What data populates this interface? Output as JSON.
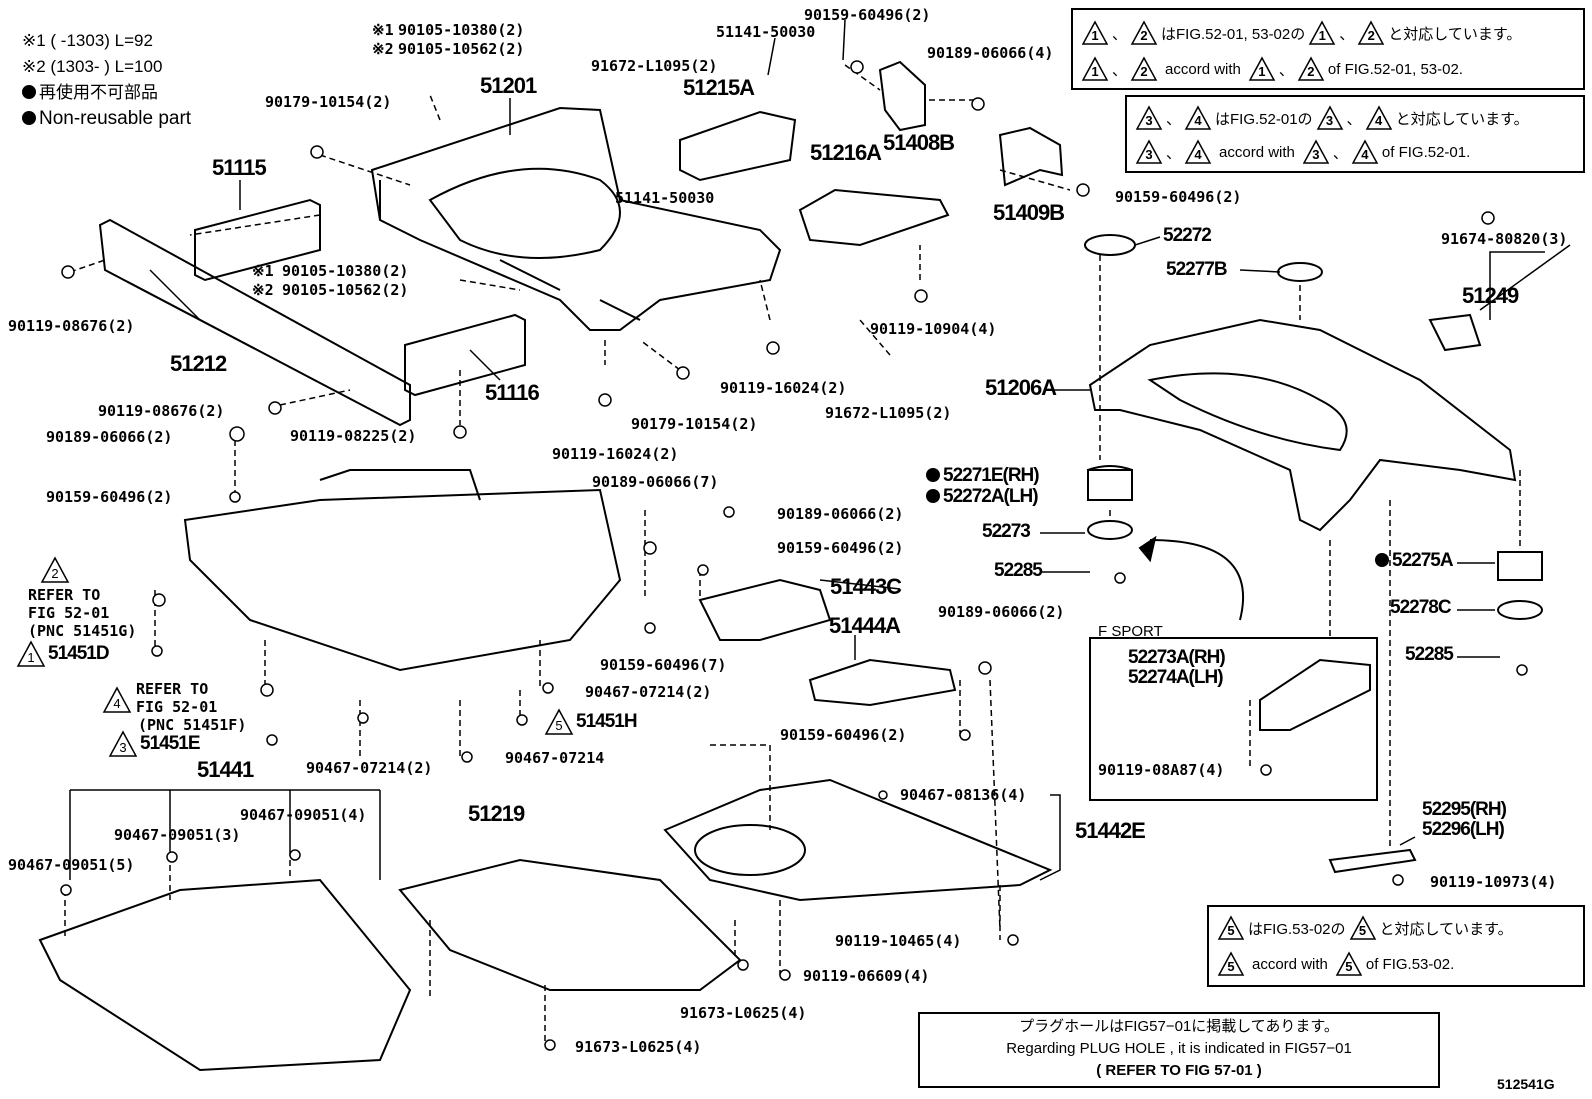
{
  "header_notes": {
    "note1": "※1 (      -1303) L=92",
    "note2": "※2 (1303-      ) L=100",
    "non_reuse_jp": "再使用不可部品",
    "non_reuse_en": "Non-reusable part"
  },
  "box1": {
    "line1_tri_a": "1",
    "line1_tri_b": "2",
    "line1_jp_a": "、",
    "line1_jp_b": "はFIG.52-01, 53-02の",
    "line1_tri_c": "1",
    "line1_tri_d": "2",
    "line1_jp_c": "、",
    "line1_jp_d": "と対応しています。",
    "line2_tri_a": "1",
    "line2_tri_b": "2",
    "line2_sep": "、",
    "line2_en_a": "accord with",
    "line2_tri_c": "1",
    "line2_tri_d": "2",
    "line2_en_b": "of FIG.52-01, 53-02."
  },
  "box2": {
    "line1_tri_a": "3",
    "line1_tri_b": "4",
    "line1_jp_b": "はFIG.52-01の",
    "line1_tri_c": "3",
    "line1_tri_d": "4",
    "line1_jp_d": "と対応しています。",
    "sep": "、",
    "line2_en_a": "accord with",
    "line2_tri_c": "3",
    "line2_tri_d": "4",
    "line2_en_b": "of FIG.52-01."
  },
  "box3": {
    "tri": "5",
    "line1_jp_a": "はFIG.53-02の",
    "line1_jp_b": "と対応しています。",
    "line2_en_a": "accord with",
    "line2_en_b": "of FIG.53-02."
  },
  "plug_box": {
    "jp": "プラグホールはFIG57−01に掲載してあります。",
    "en": "Regarding PLUG HOLE , it is indicated in FIG57−01",
    "refer": "(   REFER TO FIG 57-01   )"
  },
  "fsport_label": "F SPORT",
  "refer_blocks": [
    {
      "tri": "2",
      "l1": "REFER TO",
      "l2": "FIG 52-01",
      "l3": "(PNC 51451G)"
    },
    {
      "tri": "4",
      "l1": "REFER TO",
      "l2": "FIG 52-01",
      "l3": "(PNC 51451F)"
    }
  ],
  "tri_labels": [
    {
      "tri": "1",
      "text": "51451D"
    },
    {
      "tri": "3",
      "text": "51451E"
    },
    {
      "tri": "5",
      "text": "51451H"
    }
  ],
  "parts_big": [
    "51201",
    "51215A",
    "51216A",
    "51408B",
    "51409B",
    "51115",
    "51212",
    "51116",
    "51206A",
    "51249",
    "51443C",
    "51444A",
    "51441",
    "51219",
    "51442E"
  ],
  "parts_small": [
    "90105-10380(2)",
    "90105-10562(2)",
    "51141-50030",
    "90159-60496(2)",
    "90189-06066(4)",
    "91672-L1095(2)",
    "90179-10154(2)",
    "51141-50030",
    "90159-60496(2)",
    "90105-10380(2)",
    "90105-10562(2)",
    "90119-08676(2)",
    "90119-10904(4)",
    "90119-16024(2)",
    "91672-L1095(2)",
    "90179-10154(2)",
    "90119-08676(2)",
    "90119-08225(2)",
    "90119-16024(2)",
    "90189-06066(2)",
    "90159-60496(2)",
    "90189-06066(7)",
    "90189-06066(2)",
    "90159-60496(2)",
    "90159-60496(7)",
    "90189-06066(2)",
    "90467-07214(2)",
    "90159-60496(2)",
    "90467-07214(2)",
    "90467-07214",
    "90467-09051(4)",
    "90467-09051(3)",
    "90467-09051(5)",
    "90467-08136(4)",
    "90119-10465(4)",
    "90119-06609(4)",
    "91673-L0625(4)",
    "91673-L0625(4)",
    "91674-80820(3)",
    "52272",
    "52277B",
    "52271E(RH)",
    "52272A(LH)",
    "52273",
    "52285",
    "52275A",
    "52278C",
    "52285",
    "52273A(RH)",
    "52274A(LH)",
    "90119-08A87(4)",
    "52295(RH)",
    "52296(LH)",
    "90119-10973(4)"
  ],
  "prefix_marks": [
    "※1",
    "※2",
    "※1",
    "※2"
  ],
  "figure_id": "512541G"
}
